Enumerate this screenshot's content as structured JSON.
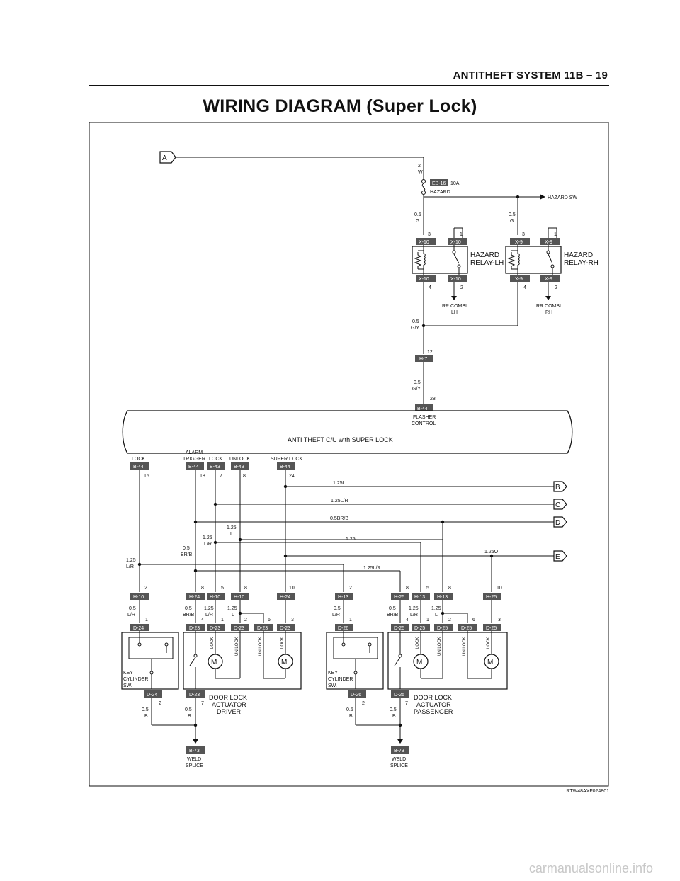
{
  "header": "ANTITHEFT SYSTEM  11B – 19",
  "title": "WIRING DIAGRAM (Super Lock)",
  "diagram_code": "RTW48AXF024801",
  "watermark": "carmanualsonline.info",
  "top": {
    "input_a": "A",
    "fuse_wire": {
      "size": "2",
      "color": "W"
    },
    "fuse": {
      "id": "EB-16",
      "rating": "10A",
      "name": "HAZARD"
    },
    "hazard_sw": "HAZARD SW",
    "relay_lh": {
      "wire": {
        "size": "0.5",
        "color": "G"
      },
      "pins": {
        "tl": "3",
        "tr": "1",
        "bl": "4",
        "br": "2"
      },
      "connector": "X-10",
      "name": [
        "HAZARD",
        "RELAY-LH"
      ],
      "output": [
        "RR COMBI",
        "LH"
      ]
    },
    "relay_rh": {
      "wire": {
        "size": "0.5",
        "color": "G"
      },
      "pins": {
        "tl": "3",
        "tr": "1",
        "bl": "4",
        "br": "2"
      },
      "connector": "X-9",
      "name": [
        "HAZARD",
        "RELAY-RH"
      ],
      "output": [
        "RR COMBI",
        "RH"
      ]
    },
    "wire_gy1": {
      "size": "0.5",
      "color": "G/Y"
    },
    "h7": {
      "id": "H-7",
      "pin": "12"
    },
    "wire_gy2": {
      "size": "0.5",
      "color": "G/Y"
    },
    "b44": {
      "id": "B-44",
      "pin": "28"
    },
    "flasher": [
      "FLASHER",
      "CONTROL"
    ]
  },
  "control_unit": {
    "name": "ANTI THEFT C/U with SUPER LOCK",
    "pins": [
      {
        "label": [
          "LOCK"
        ],
        "connector": "B-44",
        "pin": "15"
      },
      {
        "label": [
          "ALARM",
          "TRIGGER"
        ],
        "connector": "B-44",
        "pin": "18"
      },
      {
        "label": [
          "LOCK"
        ],
        "connector": "B-43",
        "pin": "7"
      },
      {
        "label": [
          "UNLOCK"
        ],
        "connector": "B-43",
        "pin": "8"
      },
      {
        "label": [
          "SUPER LOCK"
        ],
        "connector": "B-44",
        "pin": "24"
      }
    ]
  },
  "branches": [
    {
      "id": "B",
      "wire": "1.25L"
    },
    {
      "id": "C",
      "wire": "1.25L/R"
    },
    {
      "id": "D",
      "wire": "0.5BR/B"
    },
    {
      "id": "E",
      "wire": "1.25O"
    }
  ],
  "mid_wires": {
    "l_unlock": [
      "1.25",
      "L"
    ],
    "lr_lock": [
      "1.25",
      "L/R"
    ],
    "brb_alarm": [
      "0.5",
      "BR/B"
    ],
    "lr_key": [
      "1.25",
      "L/R"
    ],
    "l_h13": "1.25L",
    "lr_h13": "1.25L/R"
  },
  "driver": {
    "connectors_mid": [
      {
        "id": "H-10",
        "pin": "2"
      },
      {
        "id": "H-24",
        "pin": "8"
      },
      {
        "id": "H-10",
        "pin": "5"
      },
      {
        "id": "H-10",
        "pin": "8"
      },
      {
        "id": "H-24",
        "pin": "10"
      }
    ],
    "wires": [
      [
        "0.5",
        "L/R"
      ],
      [
        "0.5",
        "BR/B"
      ],
      [
        "1.25",
        "L/R"
      ],
      [
        "1.25",
        "L"
      ]
    ],
    "key_connector": {
      "id": "D-24",
      "pin": "1"
    },
    "actuator_connectors": [
      {
        "id": "D-23",
        "pin": "4"
      },
      {
        "id": "D-23",
        "pin": "1"
      },
      {
        "id": "D-23",
        "pin": "2"
      },
      {
        "id": "D-23",
        "pin": "6"
      },
      {
        "id": "D-23",
        "pin": "3"
      }
    ],
    "key_name": [
      "KEY",
      "CYLINDER",
      "SW."
    ],
    "motor_labels": [
      "LOCK",
      "UN LOCK",
      "UN LOCK",
      "LOCK"
    ],
    "motor": "M",
    "actuator_name": [
      "DOOR LOCK",
      "ACTUATOR",
      "DRIVER"
    ],
    "key_bottom": {
      "id": "D-24",
      "pin": "2"
    },
    "act_bottom": {
      "id": "D-23",
      "pin": "7"
    },
    "ground_wires": [
      [
        "0.5",
        "B"
      ],
      [
        "0.5",
        "B"
      ]
    ],
    "splice": {
      "id": "B-73",
      "name": [
        "WELD",
        "SPLICE"
      ]
    }
  },
  "passenger": {
    "connectors_mid": [
      {
        "id": "H-13",
        "pin": "2"
      },
      {
        "id": "H-25",
        "pin": "8"
      },
      {
        "id": "H-13",
        "pin": "5"
      },
      {
        "id": "H-13",
        "pin": "8"
      },
      {
        "id": "H-25",
        "pin": "10"
      }
    ],
    "wires": [
      [
        "0.5",
        "L/R"
      ],
      [
        "0.5",
        "BR/B"
      ],
      [
        "1.25",
        "L/R"
      ],
      [
        "1.25",
        "L"
      ]
    ],
    "key_connector": {
      "id": "D-26",
      "pin": "1"
    },
    "actuator_connectors": [
      {
        "id": "D-25",
        "pin": "4"
      },
      {
        "id": "D-25",
        "pin": "1"
      },
      {
        "id": "D-25",
        "pin": "2"
      },
      {
        "id": "D-25",
        "pin": "6"
      },
      {
        "id": "D-25",
        "pin": "3"
      }
    ],
    "key_name": [
      "KEY",
      "CYLINDER",
      "SW."
    ],
    "motor_labels": [
      "LOCK",
      "UN LOCK",
      "UN LOCK",
      "LOCK"
    ],
    "motor": "M",
    "actuator_name": [
      "DOOR LOCK",
      "ACTUATOR",
      "PASSENGER"
    ],
    "key_bottom": {
      "id": "D-26",
      "pin": "2"
    },
    "act_bottom": {
      "id": "D-25",
      "pin": "7"
    },
    "ground_wires": [
      [
        "0.5",
        "B"
      ],
      [
        "0.5",
        "B"
      ]
    ],
    "splice": {
      "id": "B-73",
      "name": [
        "WELD",
        "SPLICE"
      ]
    }
  }
}
